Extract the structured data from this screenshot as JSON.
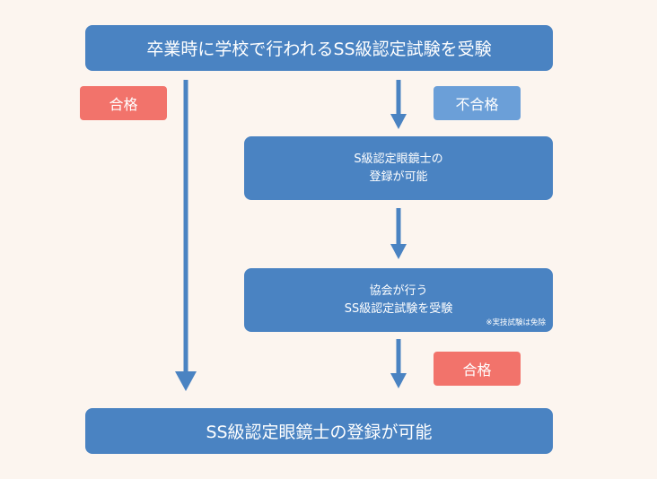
{
  "flow": {
    "start": "卒業時に学校で行われるSS級認定試験を受験",
    "pass_label_1": "合格",
    "fail_label": "不合格",
    "step1_line1": "S級認定眼鏡士の",
    "step1_line2": "登録が可能",
    "step2_line1": "協会が行う",
    "step2_line2": "SS級認定試験を受験",
    "step2_note": "※実技試験は免除",
    "pass_label_2": "合格",
    "result": "SS級認定眼鏡士の登録が可能"
  },
  "colors": {
    "background": "#fcf5ef",
    "box": "#4a83c2",
    "pass": "#f2736b",
    "fail": "#6b9fd8"
  }
}
